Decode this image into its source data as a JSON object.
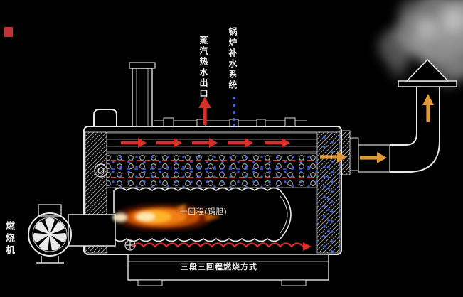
{
  "diagram": {
    "type": "boiler-cutaway-schematic",
    "labels": {
      "steam_outlet": "蒸汽热水出口",
      "makeup_water": "锅炉补水系统",
      "burner": "燃烧机",
      "furnace": "一回程(锅胆)",
      "caption": "三段三回程燃烧方式"
    },
    "legend": {
      "hot_flue_gas_color": "#d83028",
      "exhaust_arrow_color": "#e09a3c",
      "water_color": "#4565e8",
      "line_art_color": "#e8e8e8",
      "flame_core_color": "#ffeab0",
      "smoke_color": "#909090",
      "background_color": "#000000"
    },
    "parts": [
      "burner-fan",
      "furnace-flame",
      "tube-bank",
      "steam-outlet-arrow",
      "makeup-water-line",
      "chimney-stack",
      "smoke-plume",
      "base-stand"
    ]
  }
}
